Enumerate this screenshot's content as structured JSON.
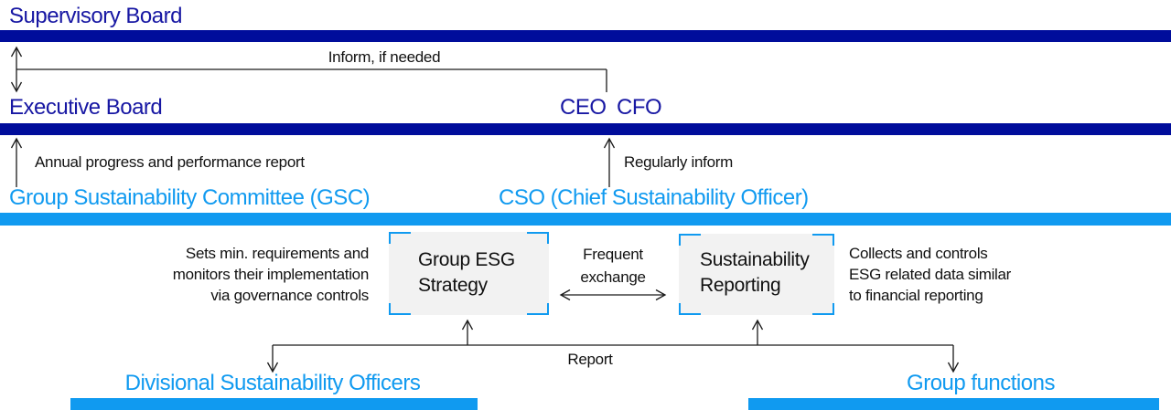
{
  "title_rows": {
    "supervisory_board": "Supervisory Board",
    "executive_board": "Executive Board",
    "ceo": "CEO",
    "cfo": "CFO",
    "gsc": "Group Sustainability Committee (GSC)",
    "cso": "CSO (Chief Sustainability Officer)",
    "divisional_officers": "Divisional Sustainability Officers",
    "group_functions": "Group functions"
  },
  "connector_labels": {
    "inform_if_needed": "Inform, if needed",
    "annual_report": "Annual progress and performance report",
    "regularly_inform": "Regularly inform",
    "frequent_exchange": [
      "Frequent",
      "exchange"
    ],
    "report": "Report"
  },
  "boxes": {
    "group_esg_strategy": [
      "Group ESG",
      "Strategy"
    ],
    "sustainability_reporting": [
      "Sustainability",
      "Reporting"
    ]
  },
  "notes": {
    "gsc_note": [
      "Sets min. requirements and",
      "monitors their implementation",
      "via governance controls"
    ],
    "reporting_note": [
      "Collects and controls",
      "ESG related data similar",
      "to financial reporting"
    ]
  },
  "colors": {
    "navy_bar": "#000d9b",
    "navy_text": "#1717a3",
    "light_blue": "#109af0",
    "box_fill": "#f2f2f2",
    "line": "#1a1a1a"
  }
}
